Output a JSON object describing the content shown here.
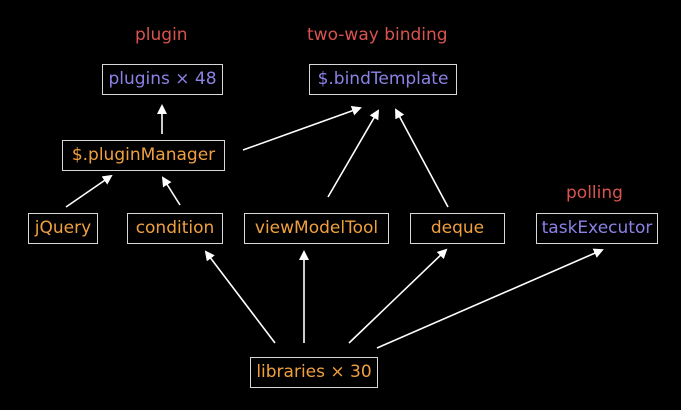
{
  "colors": {
    "background": "#000000",
    "annotation": "#d9534f",
    "node_text_orange": "#f0a040",
    "node_text_violet": "#8b82e6",
    "border": "#d8d8d8",
    "arrow": "#ffffff"
  },
  "annotations": {
    "plugin": "plugin",
    "two_way_binding": "two-way binding",
    "polling": "polling"
  },
  "nodes": {
    "plugins": "plugins × 48",
    "bind_template": "$.bindTemplate",
    "plugin_manager": "$.pluginManager",
    "jquery": "jQuery",
    "condition": "condition",
    "view_model_tool": "viewModelTool",
    "deque": "deque",
    "task_executor": "taskExecutor",
    "libraries": "libraries × 30"
  }
}
